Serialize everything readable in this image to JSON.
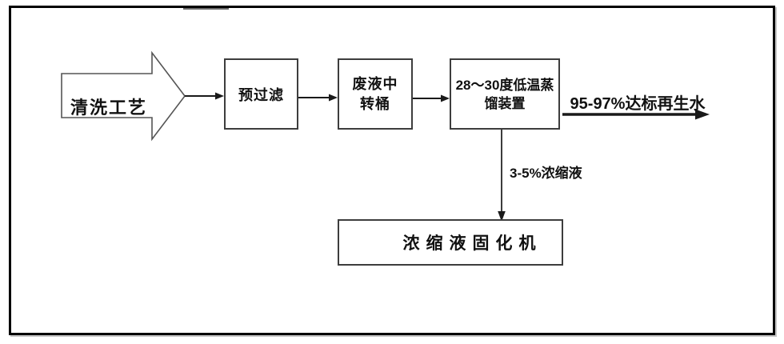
{
  "flowchart": {
    "source_arrow": {
      "label": "清洗工艺"
    },
    "boxes": [
      {
        "label": "预过滤"
      },
      {
        "lines": [
          "废液中",
          "转桶"
        ],
        "full_label": "废液中转桶"
      },
      {
        "lines": [
          "28～30度低温蒸",
          "馏装置"
        ],
        "full_label": "28～30度低温蒸馏装置"
      },
      {
        "label": "浓缩液固化机"
      }
    ],
    "edge_labels": {
      "water": "95-97%达标再生水",
      "concentrate": "3-5%浓缩液"
    },
    "colors": {
      "line": "#1a1a1a",
      "box_border": "#3d3d3d",
      "outer_border": "#000000",
      "background": "#ffffff"
    }
  }
}
